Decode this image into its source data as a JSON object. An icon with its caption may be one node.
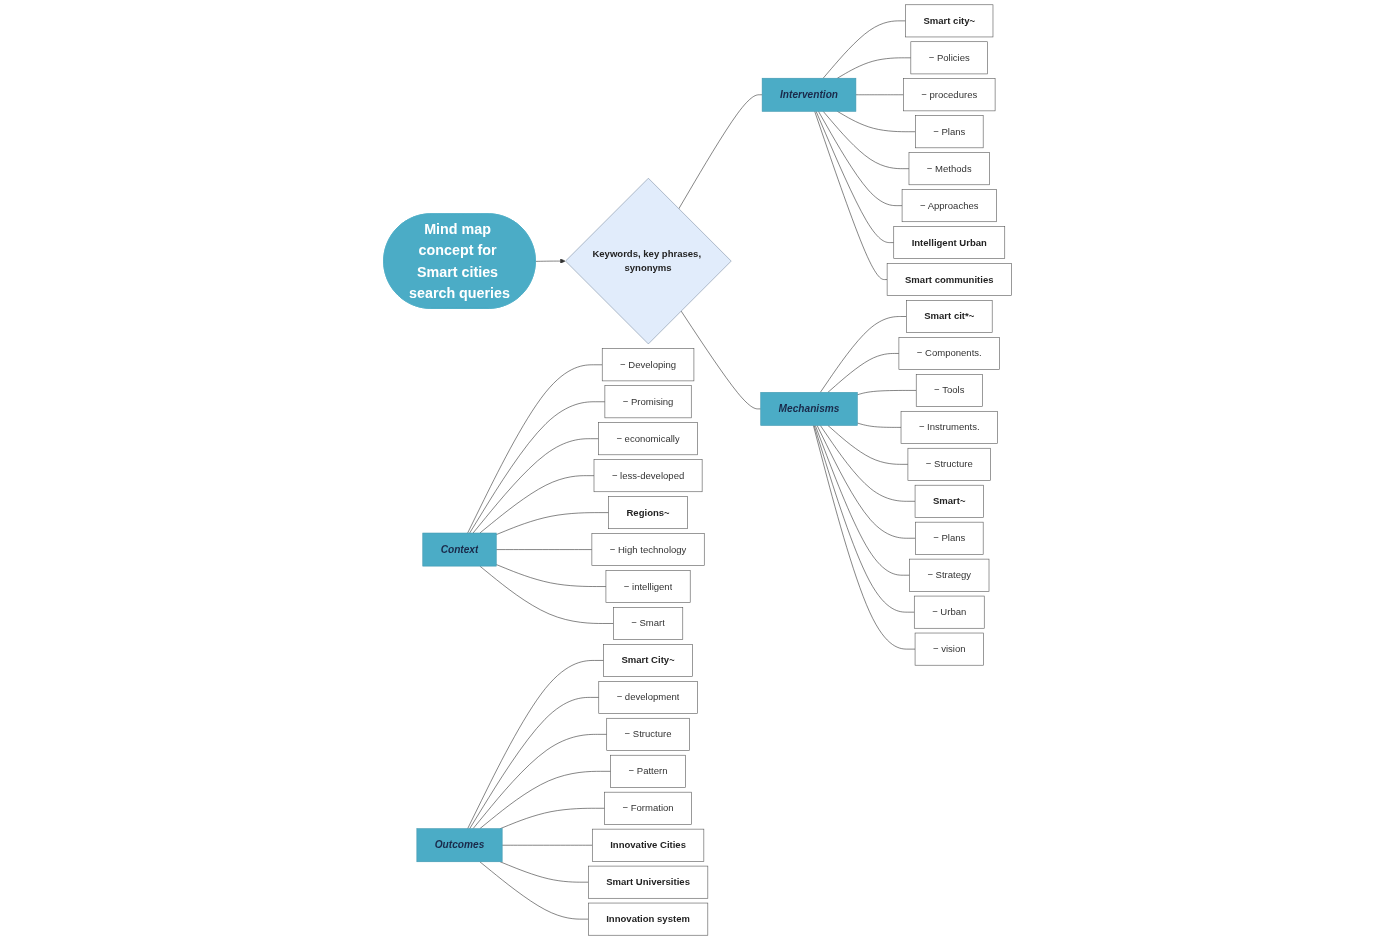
{
  "diagram": {
    "nodes": [
      {
        "text": [
          "Mind map concept for Smart cities search queries"
        ]
      },
      {
        "text": [
          "Keywords, key phrases, synonyms"
        ]
      },
      {
        "text": [
          "Context"
        ]
      },
      {
        "text": [
          "− Developing"
        ]
      },
      {
        "text": [
          "− Promising"
        ]
      },
      {
        "text": [
          "− economically"
        ]
      },
      {
        "text": [
          "− less-developed"
        ]
      },
      {
        "text": [
          "Regions~"
        ]
      },
      {
        "text": [
          "− High technology"
        ]
      },
      {
        "text": [
          "− intelligent"
        ]
      },
      {
        "text": [
          "− Smart"
        ]
      },
      {
        "text": [
          "Intervention"
        ]
      },
      {
        "text": [
          "Smart city~"
        ]
      },
      {
        "text": [
          "− Policies"
        ]
      },
      {
        "text": [
          "− procedures"
        ]
      },
      {
        "text": [
          "− Plans"
        ]
      },
      {
        "text": [
          "− Methods"
        ]
      },
      {
        "text": [
          "− Approaches"
        ]
      },
      {
        "text": [
          "Intelligent Urban"
        ]
      },
      {
        "text": [
          "Smart communities"
        ]
      },
      {
        "text": [
          "Mechanisms"
        ]
      },
      {
        "text": [
          "Smart cit*~"
        ]
      },
      {
        "text": [
          "− Components."
        ]
      },
      {
        "text": [
          "− Tools"
        ]
      },
      {
        "text": [
          "− Instruments."
        ]
      },
      {
        "text": [
          "− Structure"
        ]
      },
      {
        "text": [
          "Smart~"
        ]
      },
      {
        "text": [
          "− Plans"
        ]
      },
      {
        "text": [
          "− Strategy"
        ]
      },
      {
        "text": [
          "− Urban"
        ]
      },
      {
        "text": [
          "− vision"
        ]
      },
      {
        "text": [
          "Outcomes"
        ]
      },
      {
        "text": [
          "Smart City~"
        ]
      },
      {
        "text": [
          "− development"
        ]
      },
      {
        "text": [
          "− Structure"
        ]
      },
      {
        "text": [
          "− Pattern"
        ]
      },
      {
        "text": [
          "− Formation"
        ]
      },
      {
        "text": [
          "Innovative Cities"
        ]
      },
      {
        "text": [
          "Smart Universities"
        ]
      },
      {
        "text": [
          "Innovation system"
        ]
      }
    ],
    "edges": [
      {
        "from": 0,
        "to": 1,
        "arrow": "to"
      },
      {
        "from": 2,
        "to": 3,
        "arrow": "none"
      },
      {
        "from": 2,
        "to": 4,
        "arrow": "none"
      },
      {
        "from": 2,
        "to": 5,
        "arrow": "none"
      },
      {
        "from": 2,
        "to": 6,
        "arrow": "none"
      },
      {
        "from": 2,
        "to": 7,
        "arrow": "none"
      },
      {
        "from": 2,
        "to": 8,
        "arrow": "none"
      },
      {
        "from": 2,
        "to": 9,
        "arrow": "none"
      },
      {
        "from": 2,
        "to": 10,
        "arrow": "none"
      },
      {
        "from": 1,
        "to": 11,
        "arrow": "none"
      },
      {
        "from": 11,
        "to": 12,
        "arrow": "none"
      },
      {
        "from": 11,
        "to": 13,
        "arrow": "none"
      },
      {
        "from": 11,
        "to": 14,
        "arrow": "none"
      },
      {
        "from": 11,
        "to": 15,
        "arrow": "none"
      },
      {
        "from": 11,
        "to": 16,
        "arrow": "none"
      },
      {
        "from": 11,
        "to": 17,
        "arrow": "none"
      },
      {
        "from": 11,
        "to": 18,
        "arrow": "none"
      },
      {
        "from": 11,
        "to": 19,
        "arrow": "none"
      },
      {
        "from": 1,
        "to": 20,
        "arrow": "none"
      },
      {
        "from": 20,
        "to": 21,
        "arrow": "none"
      },
      {
        "from": 20,
        "to": 22,
        "arrow": "none"
      },
      {
        "from": 20,
        "to": 23,
        "arrow": "none"
      },
      {
        "from": 20,
        "to": 24,
        "arrow": "none"
      },
      {
        "from": 20,
        "to": 25,
        "arrow": "none"
      },
      {
        "from": 20,
        "to": 26,
        "arrow": "none"
      },
      {
        "from": 20,
        "to": 27,
        "arrow": "none"
      },
      {
        "from": 20,
        "to": 28,
        "arrow": "none"
      },
      {
        "from": 20,
        "to": 29,
        "arrow": "none"
      },
      {
        "from": 20,
        "to": 30,
        "arrow": "none"
      },
      {
        "from": 31,
        "to": 32,
        "arrow": "none"
      },
      {
        "from": 31,
        "to": 33,
        "arrow": "none"
      },
      {
        "from": 31,
        "to": 34,
        "arrow": "none"
      },
      {
        "from": 31,
        "to": 35,
        "arrow": "none"
      },
      {
        "from": 31,
        "to": 36,
        "arrow": "none"
      },
      {
        "from": 31,
        "to": 37,
        "arrow": "none"
      },
      {
        "from": 31,
        "to": 38,
        "arrow": "none"
      },
      {
        "from": 31,
        "to": 39,
        "arrow": "none"
      }
    ]
  }
}
